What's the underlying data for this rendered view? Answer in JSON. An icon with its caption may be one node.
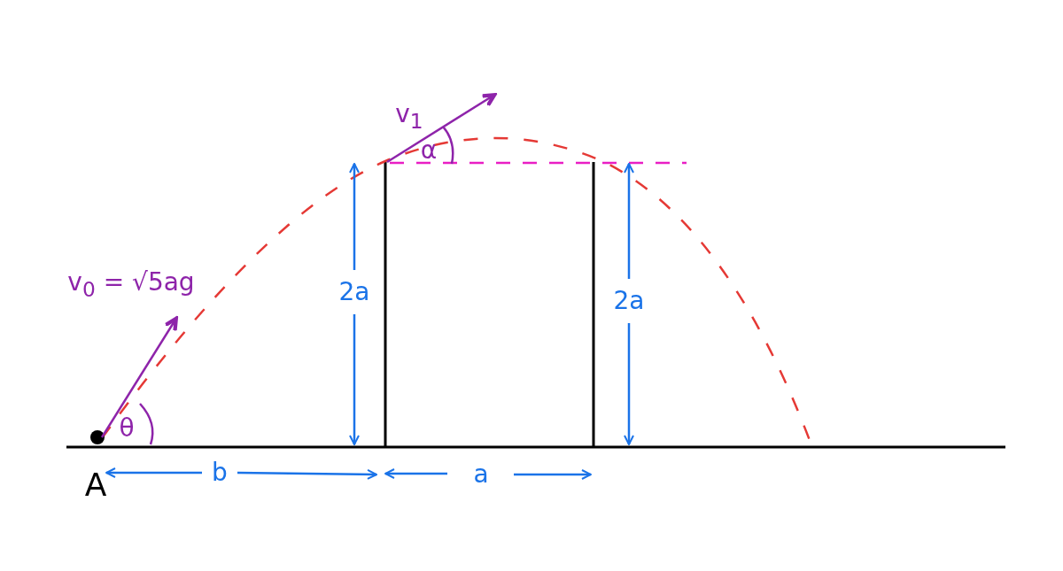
{
  "diagram": {
    "labels": [
      "v$_{1}$",
      "α",
      "v$_{0}$ = √5ag",
      "2a",
      "2a",
      "θ",
      "A",
      "b",
      "a"
    ]
  }
}
